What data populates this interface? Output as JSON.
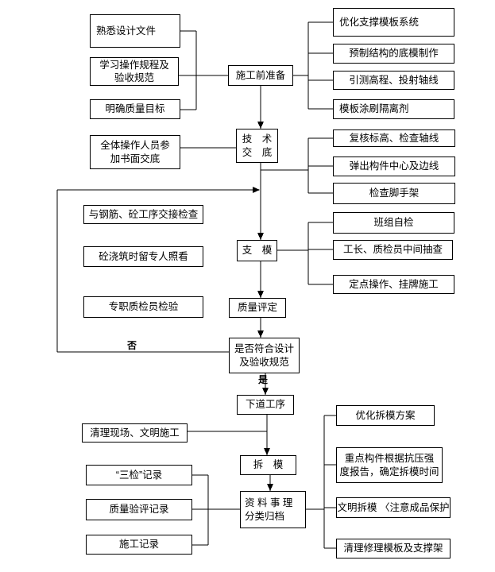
{
  "diagram": {
    "type": "flowchart",
    "language": "zh-CN",
    "nodes": {
      "familiarize_design": {
        "label": "熟悉设计文件"
      },
      "learn_rules": {
        "label": "学习操作规程及\n验收规范"
      },
      "quality_goal": {
        "label": "明确质量目标"
      },
      "staff_briefing": {
        "label": "全体操作人员参\n加书面交底"
      },
      "pre_construction": {
        "label": "施工前准备"
      },
      "tech_briefing": {
        "label": "技　术\n交　底"
      },
      "optimize_support": {
        "label": "优化支撑模板系统"
      },
      "precast_bottom_form": {
        "label": "预制结构的底模制作"
      },
      "survey_lines": {
        "label": "引测高程、投射轴线"
      },
      "release_agent": {
        "label": "模板涂刷隔离剂"
      },
      "recheck_elevation": {
        "label": "复核标高、检查轴线"
      },
      "snap_lines": {
        "label": "弹出构件中心及边线"
      },
      "check_scaffold": {
        "label": "检查脚手架"
      },
      "team_self_check": {
        "label": "班组自检"
      },
      "foreman_spot_check": {
        "label": "工长、质检员中间抽查"
      },
      "fixed_point": {
        "label": "定点操作、挂牌施工"
      },
      "rebar_handover": {
        "label": "与钢筋、砼工序交接检查"
      },
      "concrete_watch": {
        "label": "砼浇筑时留专人照看"
      },
      "qc_inspection": {
        "label": "专职质检员检验"
      },
      "formwork_erection": {
        "label": "支　模"
      },
      "quality_assessment": {
        "label": "质量评定"
      },
      "conformance_check": {
        "label": "是否符合设计\n及验收规范"
      },
      "next_process": {
        "label": "下道工序"
      },
      "site_cleanup": {
        "label": "清理现场、文明施工"
      },
      "formwork_removal": {
        "label": "拆　模"
      },
      "three_checks_record": {
        "label": "“三检”记录"
      },
      "quality_eval_record": {
        "label": "质量验评记录"
      },
      "construction_record": {
        "label": "施工记录"
      },
      "archive": {
        "label": "资 料 事 理\n分类归档"
      },
      "optimize_removal": {
        "label": "优化拆模方案"
      },
      "strength_report": {
        "label": "重点构件根据抗压强\n度报告，确定拆模时间"
      },
      "civilized_removal": {
        "label": "文明拆模 〈注意成品保护"
      },
      "clean_repair": {
        "label": "清理修理模板及支撑架"
      }
    },
    "edge_labels": {
      "no": "否",
      "yes": "是"
    },
    "colors": {
      "line": "#000000",
      "box_border": "#000000",
      "background": "#ffffff"
    }
  }
}
